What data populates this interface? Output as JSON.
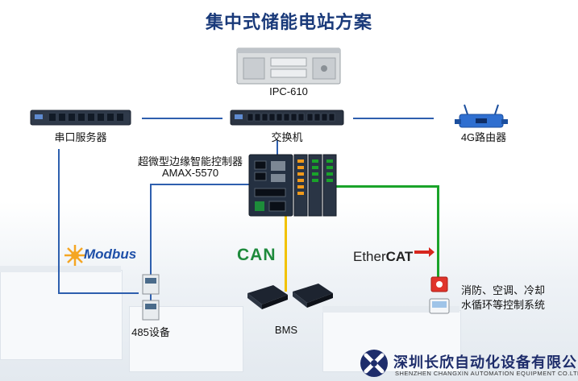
{
  "title": "集中式储能电站方案",
  "nodes": {
    "ipc": "IPC-610",
    "serial_server": "串口服务器",
    "switch": "交换机",
    "router": "4G路由器",
    "controller_line1": "超微型边缘智能控制器",
    "controller_line2": "AMAX-5570",
    "device_485": "485设备",
    "bms": "BMS",
    "fire_line1": "消防、空调、冷却",
    "fire_line2": "水循环等控制系统"
  },
  "protocols": {
    "modbus": "Modbus",
    "can": "CAN",
    "ethercat_a": "Ether",
    "ethercat_b": "CAT"
  },
  "brand": {
    "name_cn": "深圳长欣自动化设备有限公司",
    "name_en": "SHENZHEN CHANGXIN AUTOMATION EQUIPMENT CO.LTD"
  },
  "colors": {
    "title": "#1a3a7a",
    "link_blue": "#2e5fae",
    "link_yellow": "#f2c200",
    "link_green": "#1aa32a",
    "can_green": "#1e8a3c",
    "ethercat_red": "#d7261e",
    "brand_blue": "#1e2d6b"
  }
}
